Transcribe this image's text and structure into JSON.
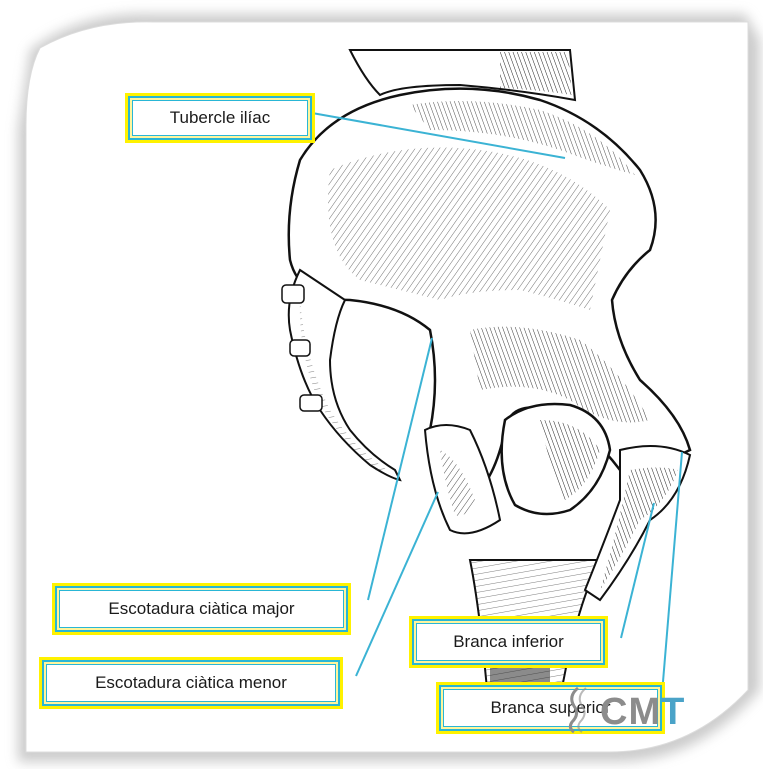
{
  "labels": {
    "tubercle": "Tubercle ilíac",
    "major": "Escotadura ciàtica major",
    "menor": "Escotadura ciàtica menor",
    "inferior": "Branca inferior",
    "superior": "Branca superior"
  },
  "logo": {
    "text": "CMT"
  },
  "colors": {
    "leader": "#3bb3d4",
    "label_border": "#29b6d6",
    "label_glow": "#fff200",
    "card_shadow": "#9a9a9a",
    "logo_gray": "#8c8c8c",
    "logo_blue": "#4aa3c8"
  }
}
